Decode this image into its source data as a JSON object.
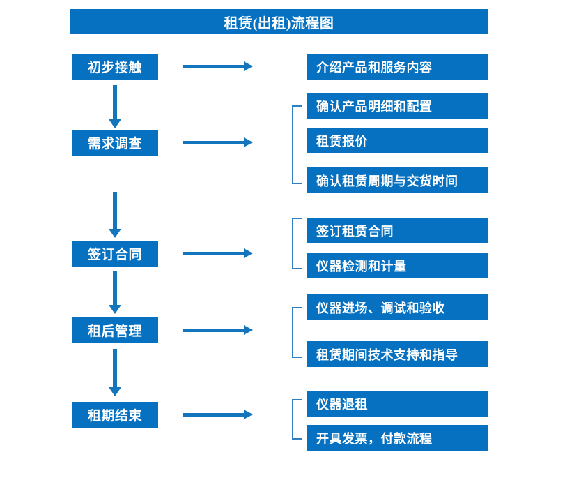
{
  "diagram": {
    "title": "租赁(出租)流程图",
    "theme": {
      "box_fill": "#0571c0",
      "box_text": "#ffffff",
      "arrow_color": "#1375bc",
      "bracket_color": "#2f7fc1",
      "background": "#ffffff"
    },
    "stages": [
      {
        "label": "初步接触"
      },
      {
        "label": "需求调查"
      },
      {
        "label": "签订合同"
      },
      {
        "label": "租后管理"
      },
      {
        "label": "租期结束"
      }
    ],
    "details": [
      {
        "label": "介绍产品和服务内容"
      },
      {
        "label": "确认产品明细和配置"
      },
      {
        "label": "租赁报价"
      },
      {
        "label": "确认租赁周期与交货时间"
      },
      {
        "label": "签订租赁合同"
      },
      {
        "label": "仪器检测和计量"
      },
      {
        "label": "仪器进场、调试和验收"
      },
      {
        "label": "租赁期间技术支持和指导"
      },
      {
        "label": "仪器退租"
      },
      {
        "label": "开具发票，付款流程"
      }
    ],
    "connectors": {
      "horizontal_arrow_count": 5,
      "vertical_arrow_count": 4,
      "bracket_count": 4
    }
  }
}
